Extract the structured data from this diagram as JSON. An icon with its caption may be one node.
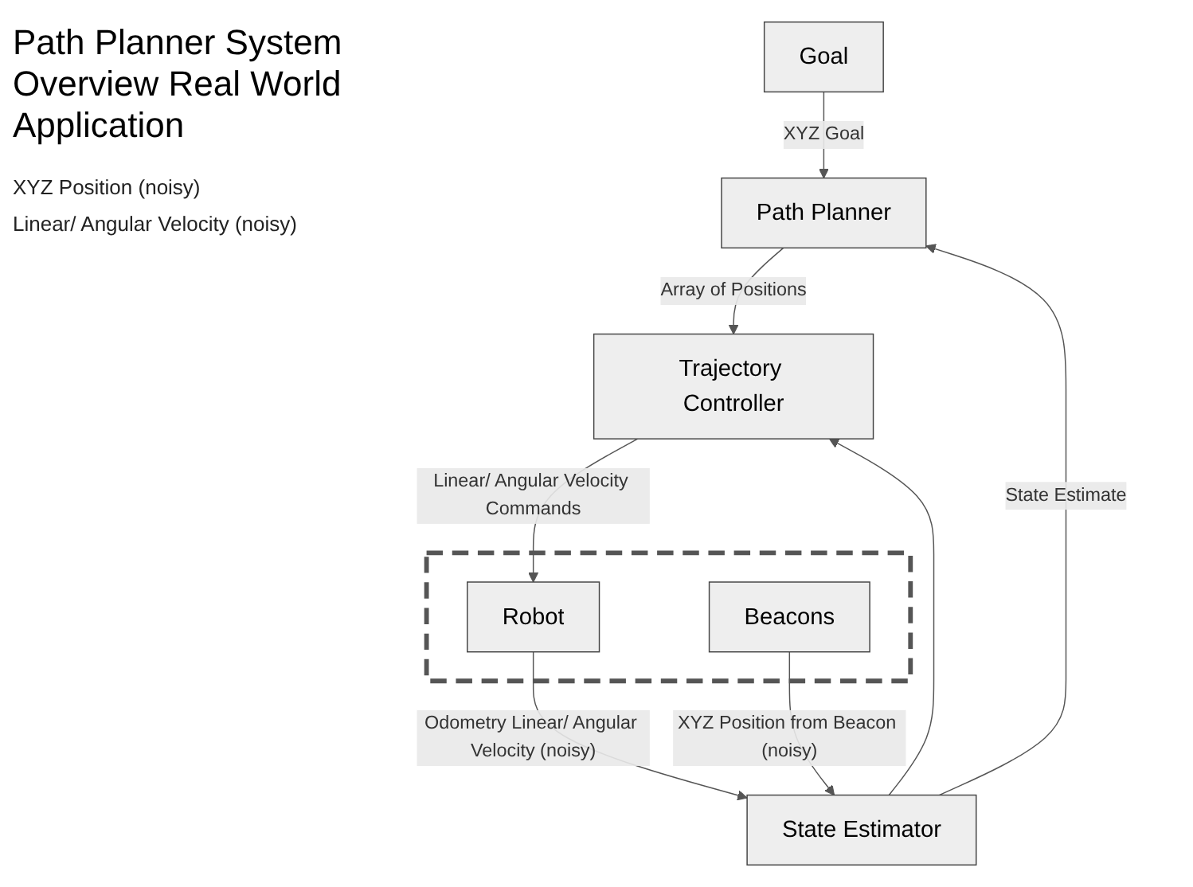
{
  "diagram": {
    "title": "Path Planner System Overview Real World Application",
    "nodes": [
      {
        "text": [
          "Goal"
        ]
      },
      {
        "text": [
          "Path Planner"
        ]
      },
      {
        "text": [
          "State Estimator"
        ]
      },
      {
        "text": [
          "Trajectory Controller"
        ]
      },
      {
        "text": [],
        "shape": "box"
      },
      {
        "text": [
          "Robot"
        ],
        "in": 4
      },
      {
        "text": [
          "Beacons"
        ],
        "in": 4
      }
    ],
    "edges": [
      {
        "from": 0,
        "to": 1,
        "arrow": "to",
        "label": "XYZ Goal"
      },
      {
        "from": 2,
        "to": 1,
        "arrow": "to",
        "label": "State Estimate"
      },
      {
        "from": 2,
        "to": 3,
        "arrow": "to"
      },
      {
        "from": 1,
        "to": 3,
        "arrow": "to",
        "label": "Array of Positions"
      },
      {
        "from": 3,
        "to": 5,
        "arrow": "to",
        "label": "Linear/ Angular Velocity Commands"
      },
      {
        "from": 5,
        "to": 2,
        "arrow": "to",
        "label": "Odometry Linear/ Angular Velocity (noisy)"
      },
      {
        "from": 6,
        "to": 2,
        "arrow": "to",
        "label": "XYZ Position from Beacon (noisy)"
      }
    ],
    "labels": [
      "XYZ Position (noisy)",
      "Linear/ Angular Velocity (noisy)"
    ]
  }
}
